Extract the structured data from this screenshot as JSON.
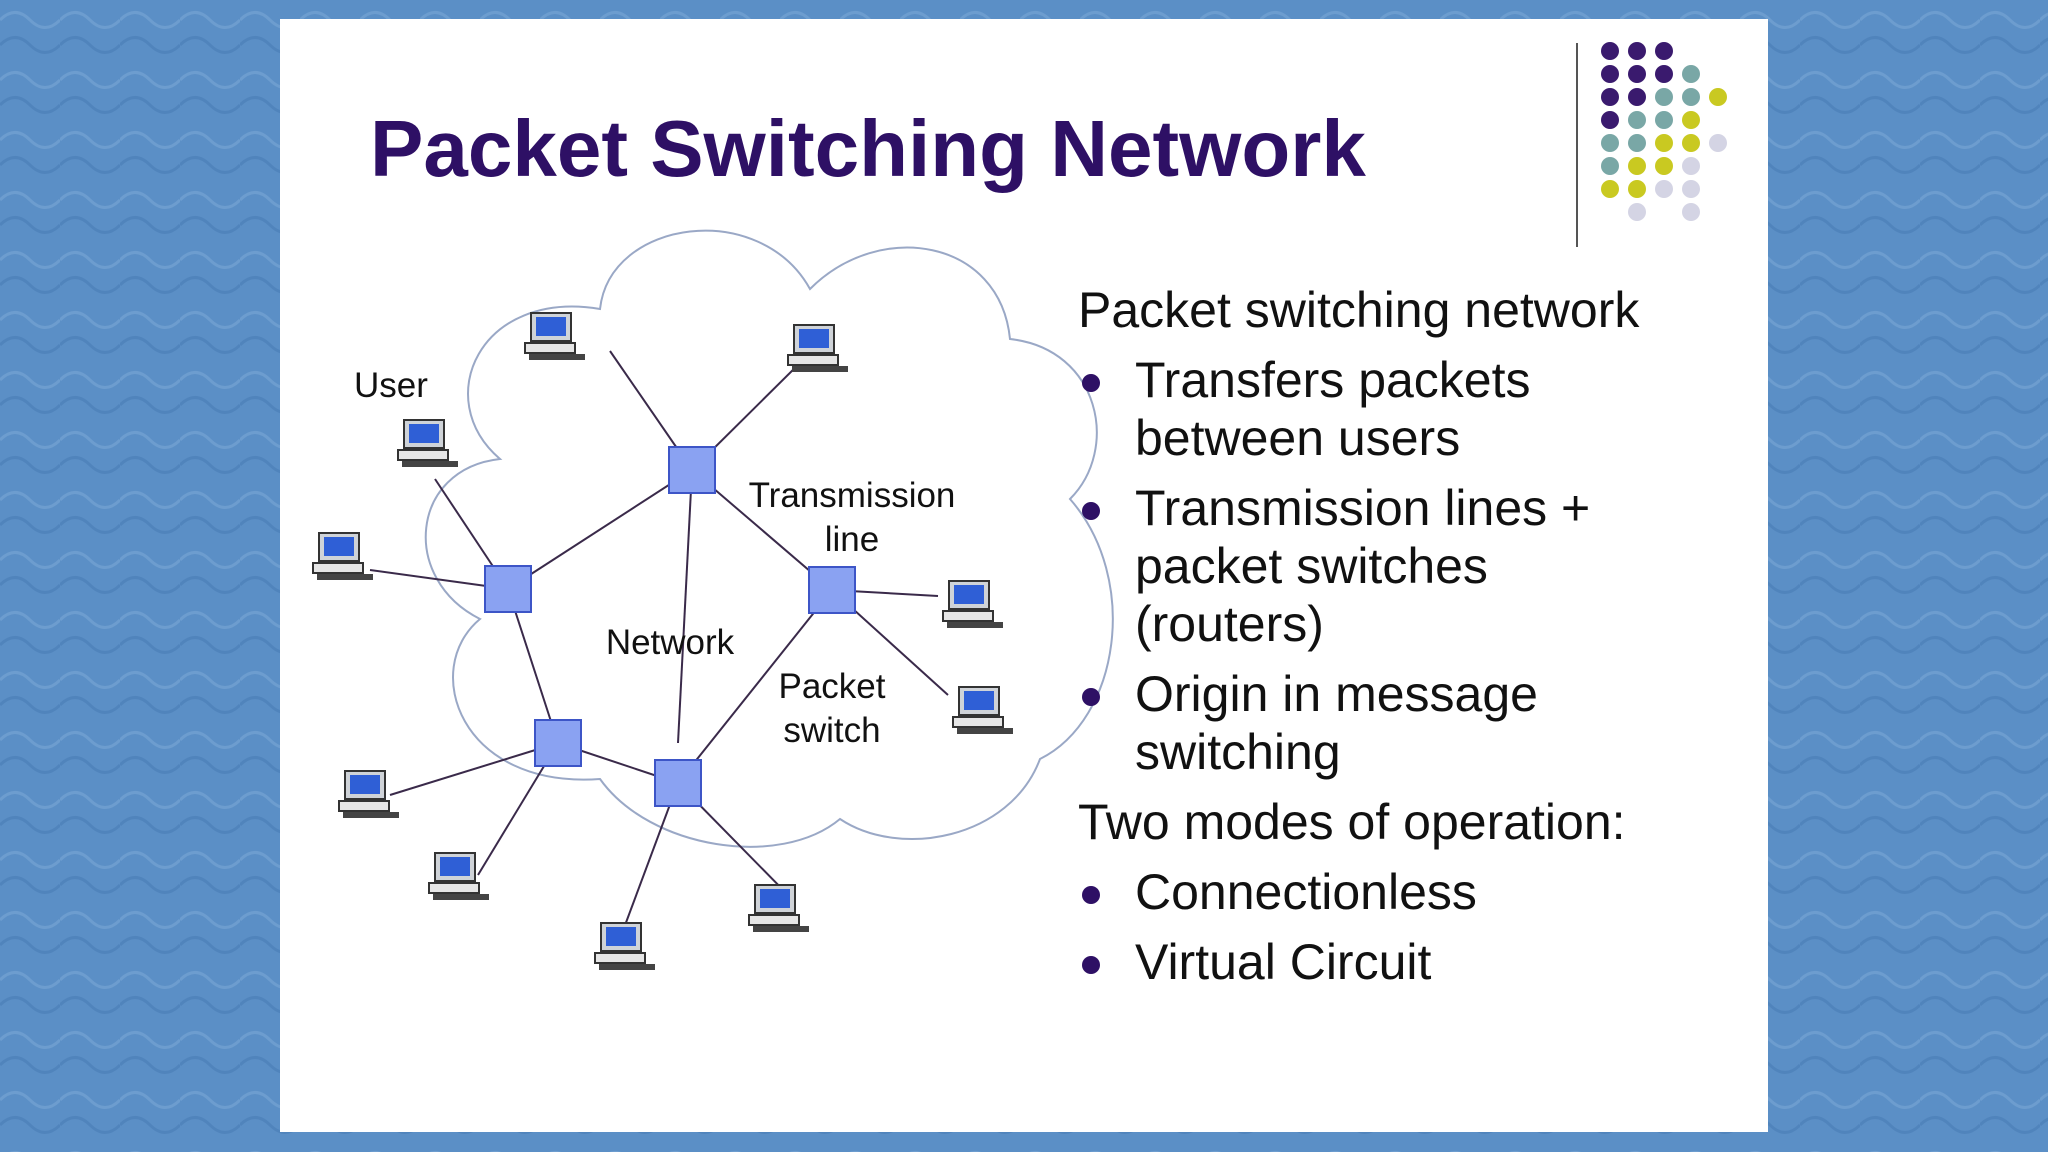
{
  "slide": {
    "title": "Packet Switching Network"
  },
  "diagram": {
    "labels": {
      "user": "User",
      "transmission_line_1": "Transmission",
      "transmission_line_2": "line",
      "network": "Network",
      "packet_switch_1": "Packet",
      "packet_switch_2": "switch"
    },
    "colors": {
      "switch_fill": "#8aa2f2",
      "switch_stroke": "#3d55c7",
      "cloud_stroke": "#9aa8c6",
      "link": "#3a2a4a"
    }
  },
  "content": {
    "heading1": "Packet switching network",
    "bullets1": [
      [
        "Transfers packets",
        "between users"
      ],
      [
        "Transmission lines +",
        "packet switches",
        "(routers)"
      ],
      [
        "Origin in message",
        "switching"
      ]
    ],
    "heading2": "Two modes of operation:",
    "bullets2": [
      [
        "Connectionless"
      ],
      [
        "Virtual Circuit"
      ]
    ]
  },
  "decor": {
    "dot_colors": {
      "purple": "#3a1a6e",
      "teal": "#79a7a6",
      "yellow": "#c9c921",
      "lavender": "#d4d4e4"
    },
    "background": "#5b8fc6",
    "accent": "#2e1065"
  }
}
